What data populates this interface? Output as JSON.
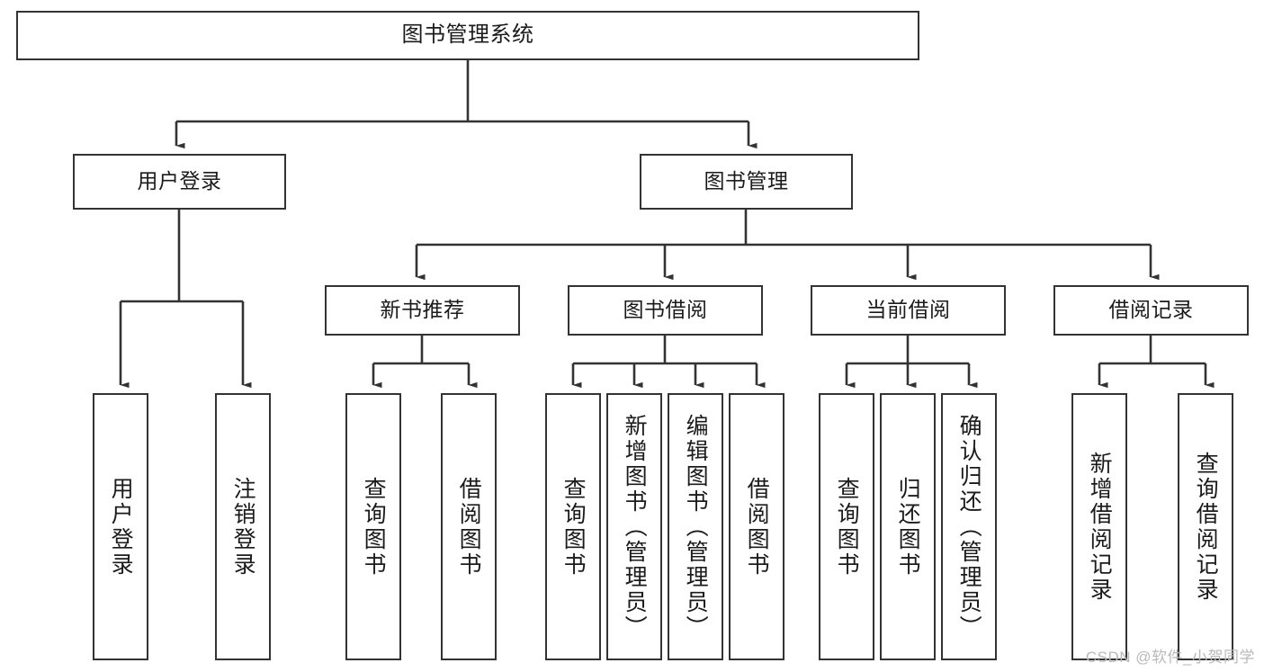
{
  "diagram": {
    "title": "图书管理系统",
    "type": "tree-hierarchy-diagram",
    "stroke_color": "#333333",
    "fill_color": "#ffffff",
    "text_color": "#1b1b1b",
    "watermark": "CSDN @软件_小贺同学",
    "nodes": {
      "root": {
        "label": "图书管理系统"
      },
      "level2": [
        {
          "label": "用户登录"
        },
        {
          "label": "图书管理"
        }
      ],
      "level3": [
        {
          "label": "新书推荐"
        },
        {
          "label": "图书借阅"
        },
        {
          "label": "当前借阅"
        },
        {
          "label": "借阅记录"
        }
      ],
      "leaves": {
        "user_login": [
          {
            "label": "用户登录"
          },
          {
            "label": "注销登录"
          }
        ],
        "new_book_recommend": [
          {
            "label": "查询图书"
          },
          {
            "label": "借阅图书"
          }
        ],
        "book_borrow": [
          {
            "label": "查询图书"
          },
          {
            "label": "新增图书（管理员）"
          },
          {
            "label": "编辑图书（管理员）"
          },
          {
            "label": "借阅图书"
          }
        ],
        "current_borrow": [
          {
            "label": "查询图书"
          },
          {
            "label": "归还图书"
          },
          {
            "label": "确认归还（管理员）"
          }
        ],
        "borrow_record": [
          {
            "label": "新增借阅记录"
          },
          {
            "label": "查询借阅记录"
          }
        ]
      }
    }
  }
}
